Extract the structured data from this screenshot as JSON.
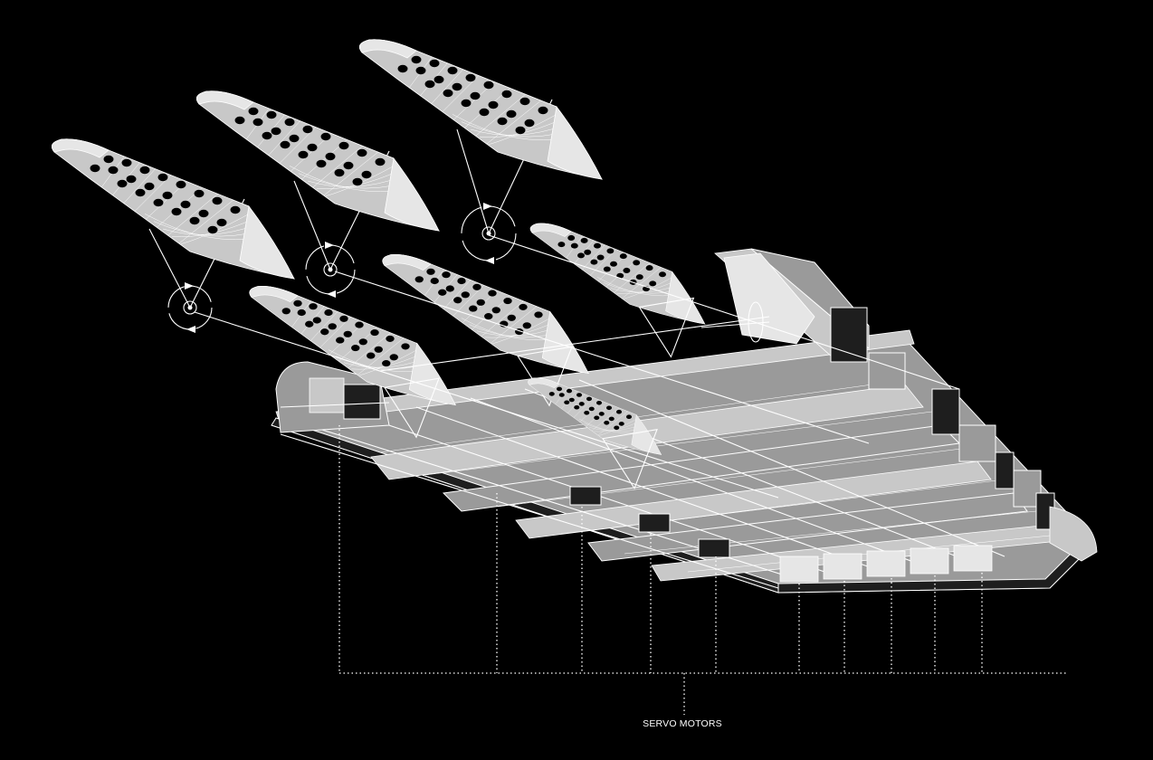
{
  "diagram": {
    "callout_label": "SERVO MOTORS",
    "colors": {
      "background": "#000000",
      "linework": "#ffffff",
      "panel_gray": "#9a9a9a",
      "panel_light": "#c8c8c8"
    },
    "components": {
      "louver_blades": 6,
      "raised_blades_with_rotation_arrows": 3,
      "servo_motor_callouts": 10
    },
    "icons": [
      "rotation-arrow-icon"
    ]
  }
}
